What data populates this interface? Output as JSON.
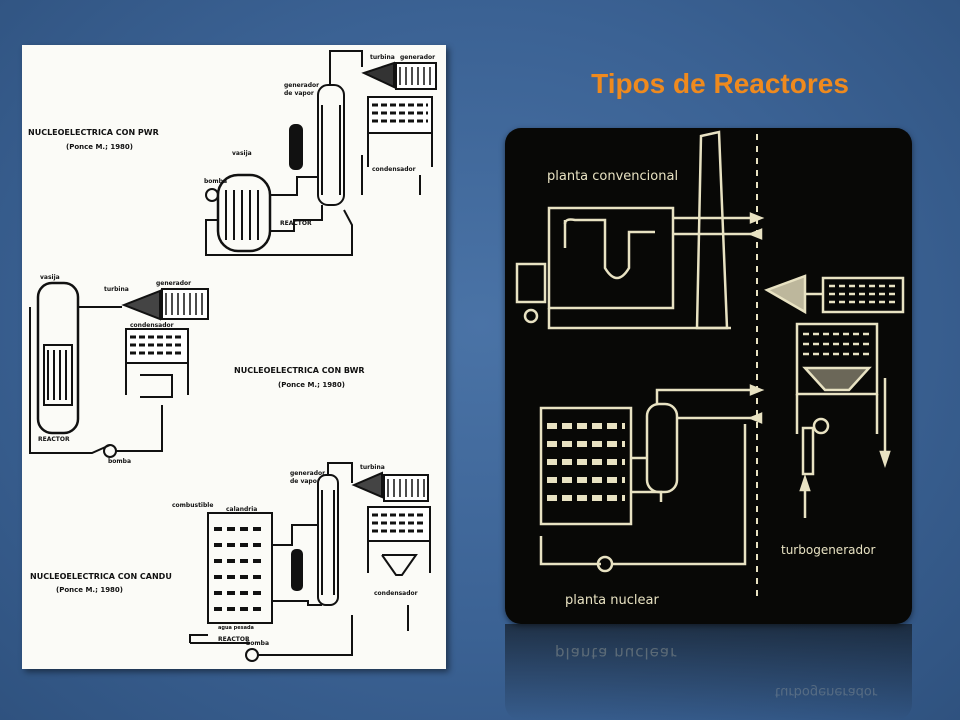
{
  "slide": {
    "title": "Tipos de Reactores"
  },
  "left_diagram": {
    "pwr": {
      "heading": "NUCLEOELECTRICA CON PWR",
      "source": "(Ponce M.; 1980)",
      "labels": {
        "turbina": "turbina",
        "generador": "generador",
        "generador_vapor": "generador",
        "generador_vapor_2": "de vapor",
        "vasija": "vasija",
        "bomba": "bomba",
        "reactor": "REACTOR",
        "condensador": "condensador"
      }
    },
    "bwr": {
      "heading": "NUCLEOELECTRICA CON BWR",
      "source": "(Ponce M.; 1980)",
      "labels": {
        "vasija": "vasija",
        "turbina": "turbina",
        "generador": "generador",
        "condensador": "condensador",
        "reactor": "REACTOR",
        "bomba": "bomba"
      }
    },
    "candu": {
      "heading": "NUCLEOELECTRICA CON CANDU",
      "source": "(Ponce M.; 1980)",
      "labels": {
        "generador_vapor": "generador",
        "generador_vapor_2": "de vapor",
        "turbina": "turbina",
        "combustible": "combustible",
        "calandria": "calandria",
        "agua_pesada": "agua pesada",
        "reactor": "REACTOR",
        "condensador": "condensador",
        "bomba": "bomba"
      }
    }
  },
  "right_diagram": {
    "planta_convencional": "planta convencional",
    "planta_nuclear": "planta nuclear",
    "turbogenerador": "turbogenerador"
  },
  "colors": {
    "title": "#ef8a1e",
    "background": "#3b6294",
    "dark_panel": "#080806",
    "chalk": "#e8e2c2"
  }
}
